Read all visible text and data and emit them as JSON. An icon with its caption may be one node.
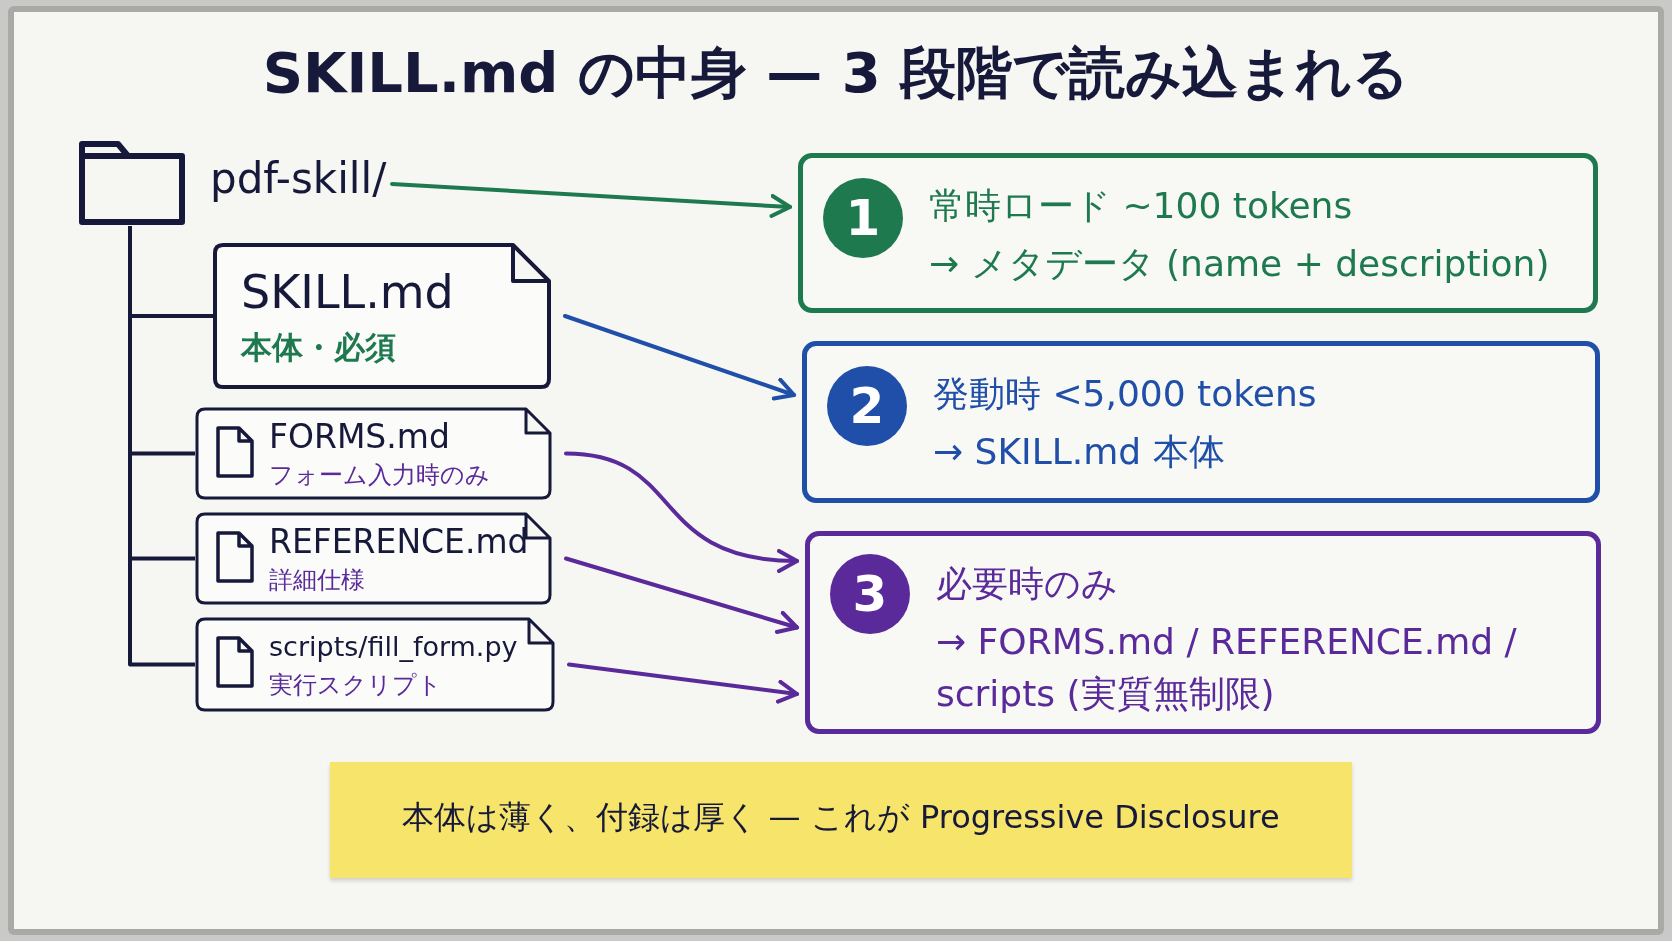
{
  "diagram": {
    "title": "SKILL.md の中身 — 3 段階で読み込まれる",
    "nodes": [
      {
        "text": [
          "pdf-skill/"
        ]
      },
      {
        "text": [
          "SKILL.md",
          "本体・必須"
        ]
      },
      {
        "text": [
          "FORMS.md",
          "フォーム入力時のみ"
        ]
      },
      {
        "text": [
          "REFERENCE.md",
          "詳細仕様"
        ]
      },
      {
        "text": [
          "scripts/fill_form.py",
          "実行スクリプト"
        ]
      },
      {
        "text": [
          "1",
          "常時ロード ~100 tokens",
          "→ メタデータ (name + description)"
        ]
      },
      {
        "text": [
          "2",
          "発動時 <5,000 tokens",
          "→ SKILL.md 本体"
        ]
      },
      {
        "text": [
          "3",
          "必要時のみ",
          "→ FORMS.md / REFERENCE.md / scripts (実質無制限)"
        ]
      },
      {
        "text": [
          "本体は薄く、付録は厚く — これが Progressive Disclosure"
        ]
      }
    ],
    "edges": [
      {
        "from": 0,
        "to": 1,
        "arrow": "none"
      },
      {
        "from": 0,
        "to": 2,
        "arrow": "none"
      },
      {
        "from": 0,
        "to": 3,
        "arrow": "none"
      },
      {
        "from": 0,
        "to": 4,
        "arrow": "none"
      },
      {
        "from": 0,
        "to": 5,
        "arrow": "to",
        "color": "#1e7a4e"
      },
      {
        "from": 1,
        "to": 6,
        "arrow": "to",
        "color": "#1f4fa8"
      },
      {
        "from": 2,
        "to": 7,
        "arrow": "to",
        "color": "#5a2a9a"
      },
      {
        "from": 3,
        "to": 7,
        "arrow": "to",
        "color": "#5a2a9a"
      },
      {
        "from": 4,
        "to": 7,
        "arrow": "to",
        "color": "#5a2a9a"
      }
    ]
  }
}
